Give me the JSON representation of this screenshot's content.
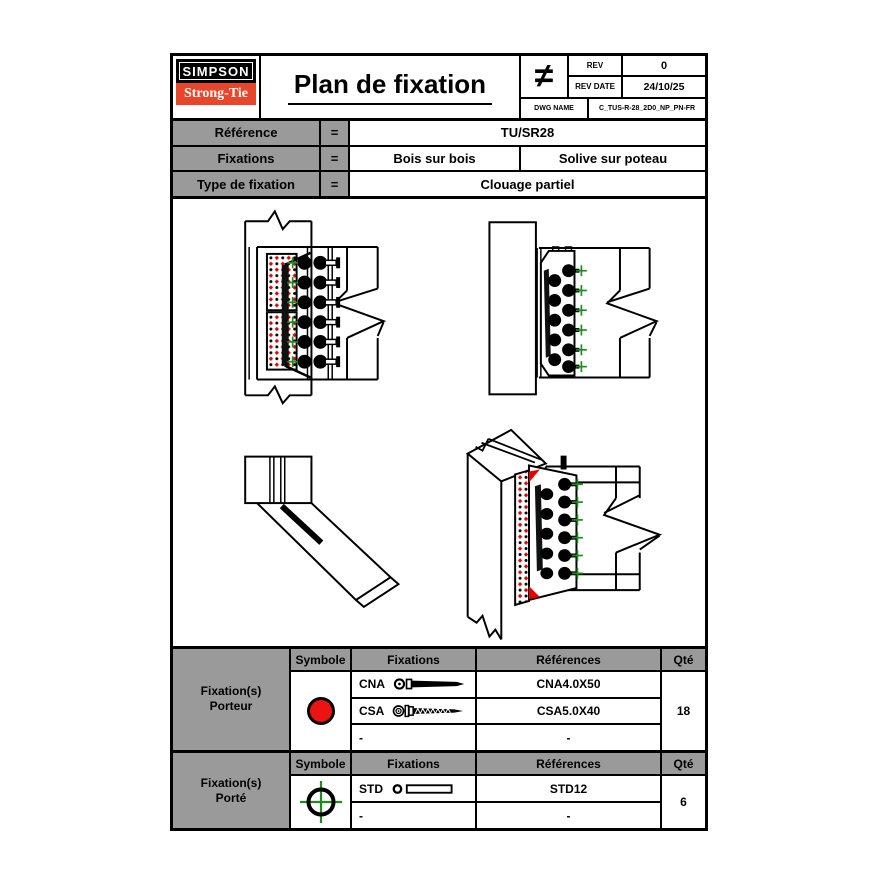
{
  "header": {
    "logo": {
      "line1": "SIMPSON",
      "line2": "Strong-Tie"
    },
    "title": "Plan de fixation",
    "projection_symbol": "≠",
    "rev": {
      "label": "REV",
      "value": "0"
    },
    "rev_date": {
      "label": "REV DATE",
      "value": "24/10/25"
    },
    "dwg": {
      "label": "DWG NAME",
      "value": "C_TUS-R-28_2D0_NP_PN-FR"
    }
  },
  "reference_table": {
    "rows": [
      {
        "label": "Référence",
        "eq": "=",
        "value": "TU/SR28"
      },
      {
        "label": "Fixations",
        "eq": "=",
        "value_left": "Bois sur bois",
        "value_right": "Solive sur poteau"
      },
      {
        "label": "Type de fixation",
        "eq": "=",
        "value": "Clouage partiel"
      }
    ]
  },
  "porteur_table": {
    "group_line1": "Fixation(s)",
    "group_line2": "Porteur",
    "columns": {
      "symbole": "Symbole",
      "fixations": "Fixations",
      "references": "Références",
      "qte": "Qté"
    },
    "symbol": "red-circle",
    "rows": [
      {
        "code": "CNA",
        "reference": "CNA4.0X50"
      },
      {
        "code": "CSA",
        "reference": "CSA5.0X40"
      },
      {
        "code": "-",
        "reference": "-"
      }
    ],
    "qty": "18"
  },
  "porte_table": {
    "group_line1": "Fixation(s)",
    "group_line2": "Porté",
    "columns": {
      "symbole": "Symbole",
      "fixations": "Fixations",
      "references": "Références",
      "qte": "Qté"
    },
    "symbol": "green-crosshair",
    "rows": [
      {
        "code": "STD",
        "reference": "STD12"
      },
      {
        "code": "-",
        "reference": "-"
      }
    ],
    "qty": "6"
  },
  "colors": {
    "logo_red": "#e8452a",
    "symbol_red": "#ec1313",
    "marker_green": "#1e8c1e",
    "pattern_red": "#e60000",
    "header_gray": "#9a9a9a"
  }
}
